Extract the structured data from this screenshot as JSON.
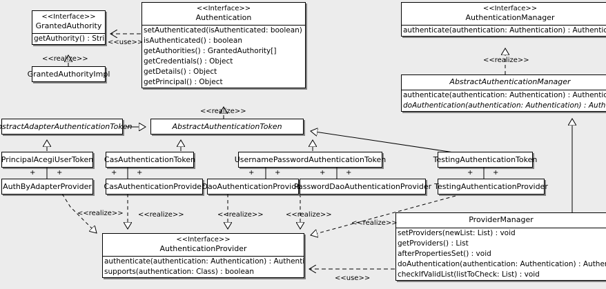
{
  "diagram": {
    "type": "uml-class-diagram",
    "background": "#ececec",
    "line_color": "#000000",
    "box_fill": "#ffffff"
  },
  "classes": {
    "granted_authority": {
      "stereotype": "<<Interface>>",
      "name": "GrantedAuthority",
      "operations": [
        "getAuthority() : String"
      ]
    },
    "granted_authority_impl": {
      "name": "GrantedAuthorityImpl"
    },
    "authentication": {
      "stereotype": "<<Interface>>",
      "name": "Authentication",
      "operations": [
        "setAuthenticated(isAuthenticated: boolean) : void",
        "isAuthenticated() : boolean",
        "getAuthorities() : GrantedAuthority[]",
        "getCredentials() : Object",
        "getDetails() : Object",
        "getPrincipal() : Object"
      ]
    },
    "authentication_manager": {
      "stereotype": "<<Interface>>",
      "name": "AuthenticationManager",
      "operations": [
        "authenticate(authentication: Authentication) : Authentication"
      ]
    },
    "abstract_authentication_manager": {
      "name": "AbstractAuthenticationManager",
      "operations": [
        "authenticate(authentication: Authentication) : Authentication",
        "doAuthentication(authentication: Authentication) : Authentication"
      ]
    },
    "abstract_adapter_authentication_token": {
      "name": "AbstractAdapterAuthenticationToken"
    },
    "abstract_authentication_token": {
      "name": "AbstractAuthenticationToken"
    },
    "principal_acegi_user_token": {
      "name": "PrincipalAcegiUserToken"
    },
    "cas_authentication_token": {
      "name": "CasAuthenticationToken"
    },
    "username_password_authentication_token": {
      "name": "UsernamePasswordAuthenticationToken"
    },
    "testing_authentication_token": {
      "name": "TestingAuthenticationToken"
    },
    "auth_by_adapter_provider": {
      "name": "AuthByAdapterProvider"
    },
    "cas_authentication_provider": {
      "name": "CasAuthenticationProvider"
    },
    "dao_authentication_provider": {
      "name": "DaoAuthenticationProvider"
    },
    "password_dao_authentication_provider": {
      "name": "PasswordDaoAuthenticationProvider"
    },
    "testing_authentication_provider": {
      "name": "TestingAuthenticationProvider"
    },
    "authentication_provider": {
      "stereotype": "<<Interface>>",
      "name": "AuthenticationProvider",
      "operations": [
        "authenticate(authentication: Authentication) : Authentication",
        "supports(authentication: Class) : boolean"
      ]
    },
    "provider_manager": {
      "name": "ProviderManager",
      "operations": [
        "setProviders(newList: List) : void",
        "getProviders() : List",
        "afterPropertiesSet() : void",
        "doAuthentication(authentication: Authentication) : Authentication",
        "checkIfValidList(listToCheck: List) : void"
      ]
    }
  },
  "relationship_labels": {
    "use_granted_authority": "<<use>>",
    "realize_granted_authority_impl": "<<realize>>",
    "realize_abstract_authentication_token": "<<realize>>",
    "realize_abstract_authentication_manager": "<<realize>>",
    "realize_auth_by_adapter": "<<realize>>",
    "realize_cas_provider": "<<realize>>",
    "realize_dao_provider": "<<realize>>",
    "realize_password_dao_provider": "<<realize>>",
    "realize_testing_provider": "<<realize>>",
    "use_provider_manager": "<<use>>"
  },
  "association_marks": {
    "multiplicity": "+"
  }
}
